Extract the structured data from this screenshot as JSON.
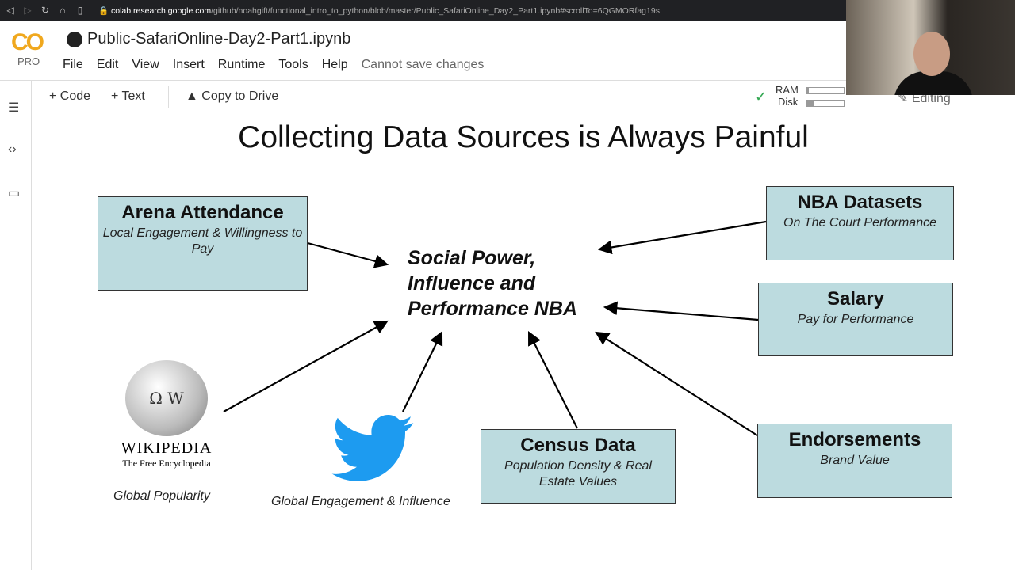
{
  "browser": {
    "url_host": "colab.research.google.com",
    "url_path": "/github/noahgift/functional_intro_to_python/blob/master/Public_SafariOnline_Day2_Part1.ipynb#scrollTo=6QGMORfag19s"
  },
  "app": {
    "logo": "CO",
    "logo_sub": "PRO",
    "notebook_title": "Public-SafariOnline-Day2-Part1.ipynb"
  },
  "menu": [
    "File",
    "Edit",
    "View",
    "Insert",
    "Runtime",
    "Tools",
    "Help"
  ],
  "save_status": "Cannot save changes",
  "toolbar": {
    "code": "+ Code",
    "text": "+ Text",
    "copy": "Copy to Drive",
    "ram": "RAM",
    "disk": "Disk",
    "ram_fraction": 0.05,
    "disk_fraction": 0.2,
    "editing": "Editing"
  },
  "slide": {
    "title": "Collecting Data Sources is Always Painful",
    "center": [
      "Social Power,",
      "Influence and",
      "Performance NBA"
    ],
    "boxes": {
      "arena": {
        "title": "Arena Attendance",
        "sub": "Local Engagement & Willingness to Pay"
      },
      "nba": {
        "title": "NBA Datasets",
        "sub": "On The Court Performance"
      },
      "salary": {
        "title": "Salary",
        "sub": "Pay for Performance"
      },
      "census": {
        "title": "Census Data",
        "sub": "Population Density & Real Estate Values"
      },
      "endorse": {
        "title": "Endorsements",
        "sub": "Brand Value"
      }
    },
    "wikipedia": {
      "logo": "Wikipedia",
      "tagline": "The Free Encyclopedia",
      "caption": "Global Popularity"
    },
    "twitter": {
      "caption": "Global Engagement & Influence"
    }
  },
  "colors": {
    "box_fill": "#bcdbdf",
    "logo": "#f0a81e",
    "twitter": "#1d9bf0",
    "check": "#34a853"
  }
}
